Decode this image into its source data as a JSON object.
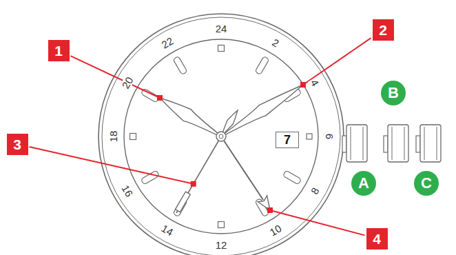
{
  "diagram": {
    "nodes": [
      {
        "text": [
          "1"
        ]
      },
      {
        "text": [
          "2"
        ]
      },
      {
        "text": [
          "3"
        ]
      },
      {
        "text": [
          "4"
        ]
      },
      {
        "text": [
          "7"
        ]
      },
      {
        "text": [
          "A"
        ]
      },
      {
        "text": [
          "B"
        ]
      },
      {
        "text": [
          "C"
        ]
      }
    ],
    "labels": [
      "24",
      "2",
      "4",
      "6",
      "8",
      "10",
      "12",
      "14",
      "16",
      "18",
      "20",
      "22"
    ]
  }
}
